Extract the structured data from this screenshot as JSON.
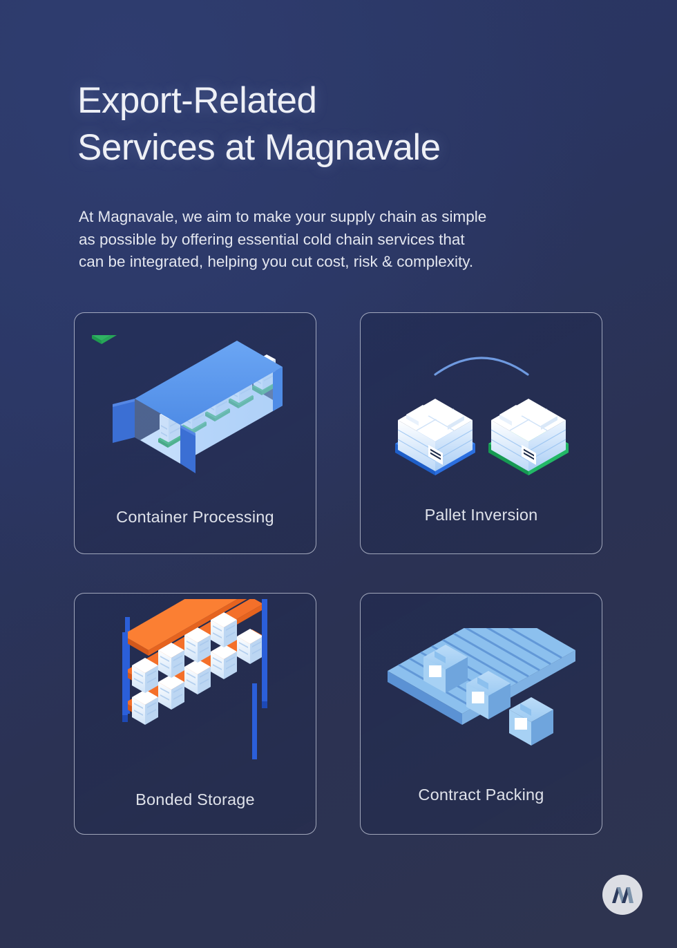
{
  "header": {
    "title": "Export-Related\nServices at Magnavale",
    "intro": "At Magnavale, we aim to make your supply chain as simple\nas possible by offering essential cold chain services that\ncan be integrated, helping you cut cost, risk & complexity."
  },
  "cards": [
    {
      "label": "Container Processing",
      "icon": "shipping-container-icon"
    },
    {
      "label": "Pallet Inversion",
      "icon": "pallet-inversion-icon"
    },
    {
      "label": "Bonded Storage",
      "icon": "warehouse-racking-icon"
    },
    {
      "label": "Contract Packing",
      "icon": "conveyor-belt-icon"
    }
  ],
  "brand": {
    "logo_icon": "magnavale-m-logo",
    "logo_letter": "M"
  },
  "colors": {
    "background_start": "#2b3765",
    "background_end": "#2e3450",
    "card_border": "#e2e7f3",
    "title_text": "#eef0f6",
    "body_text": "#e3e6ef",
    "caption_text": "#dfe2ea",
    "container_blue": "#5b9bf0",
    "container_door": "#3b6fd4",
    "pallet_blue": "#2b6fe0",
    "pallet_green": "#22b866",
    "rack_orange": "#f4702a",
    "rack_blue": "#2b5fd9",
    "box_white": "#f4f8ff",
    "arc_blue": "#6f9ae0",
    "logo_badge": "#dcdee4"
  }
}
